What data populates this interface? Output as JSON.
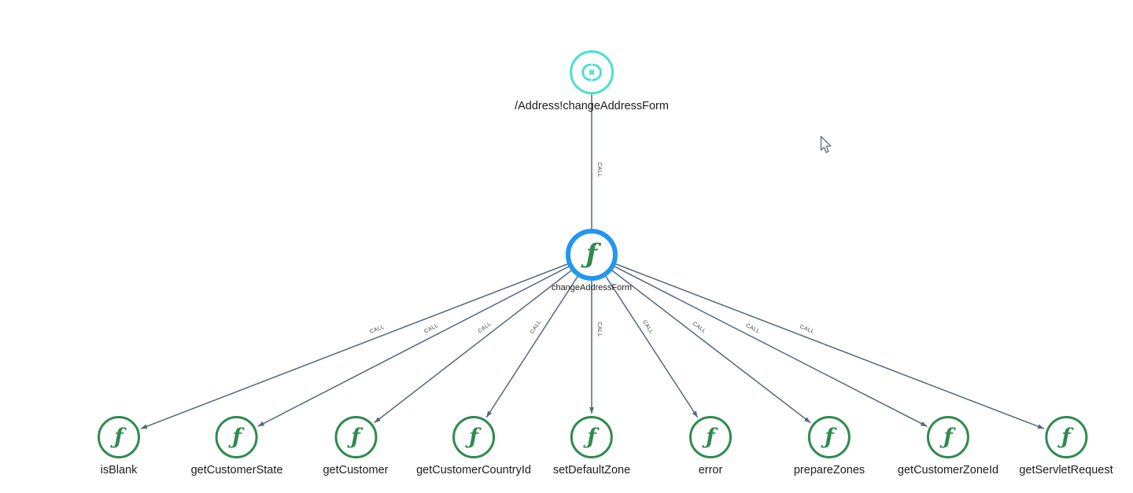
{
  "graph": {
    "root": {
      "label": "/Address!changeAddressForm",
      "type": "http-request"
    },
    "selected_function": {
      "label": "changeAddressForm"
    },
    "callees": [
      {
        "label": "isBlank"
      },
      {
        "label": "getCustomerState"
      },
      {
        "label": "getCustomer"
      },
      {
        "label": "getCustomerCountryId"
      },
      {
        "label": "setDefaultZone"
      },
      {
        "label": "error"
      },
      {
        "label": "prepareZones"
      },
      {
        "label": "getCustomerZoneId"
      },
      {
        "label": "getServletRequest"
      }
    ],
    "edge_label": "CALL"
  },
  "icons": {
    "function_glyph": "ƒ",
    "http_request_icon": "split-circle-arrows"
  },
  "colors": {
    "http_request_accent": "#47e0cd",
    "function_green": "#2f8a4e",
    "selected_ring_blue": "#2196f3",
    "edge": "#56677d",
    "label_text": "#1c1c1e",
    "background": "#ffffff"
  }
}
